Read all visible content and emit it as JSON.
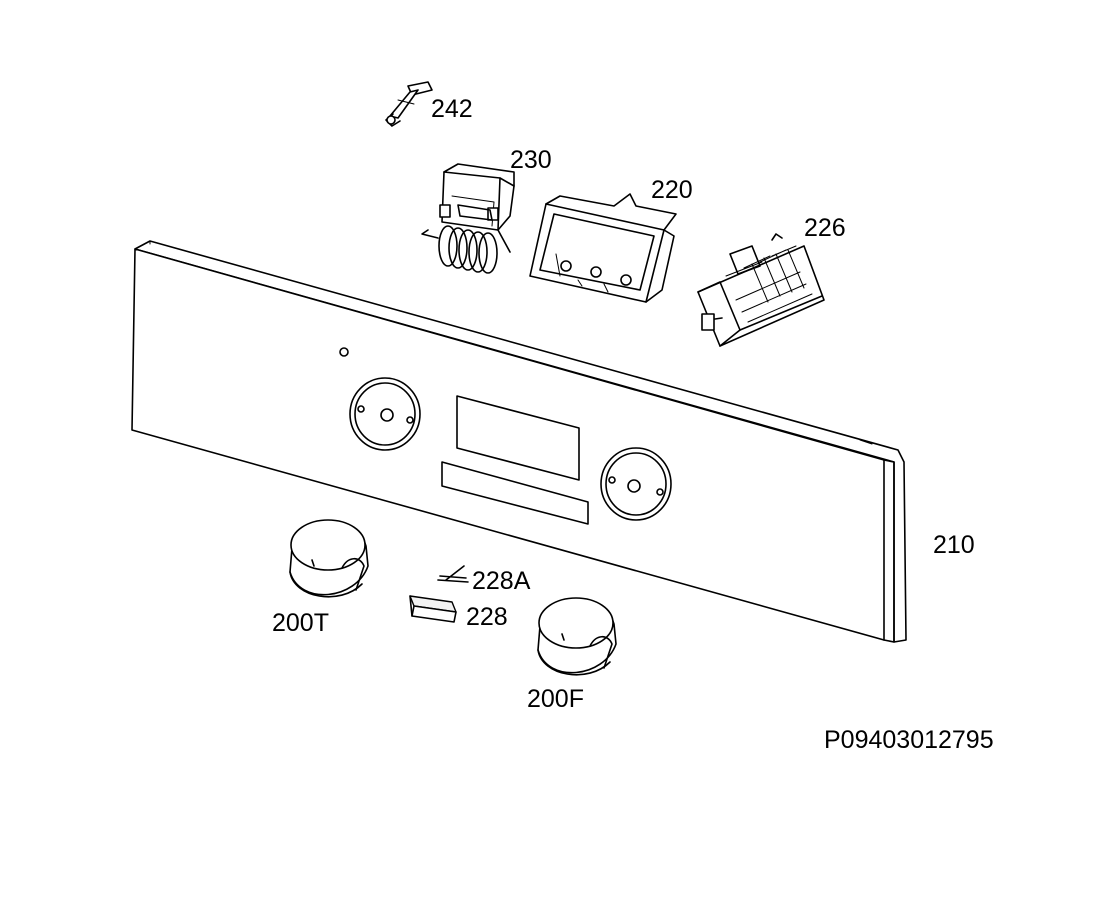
{
  "labels": {
    "sensor": "242",
    "thermostat": "230",
    "display_housing": "220",
    "selector_switch": "226",
    "control_panel": "210",
    "knob_left": "200T",
    "knob_right": "200F",
    "indicator_clip": "228A",
    "indicator_lens": "228",
    "diagram_id": "P09403012795"
  }
}
